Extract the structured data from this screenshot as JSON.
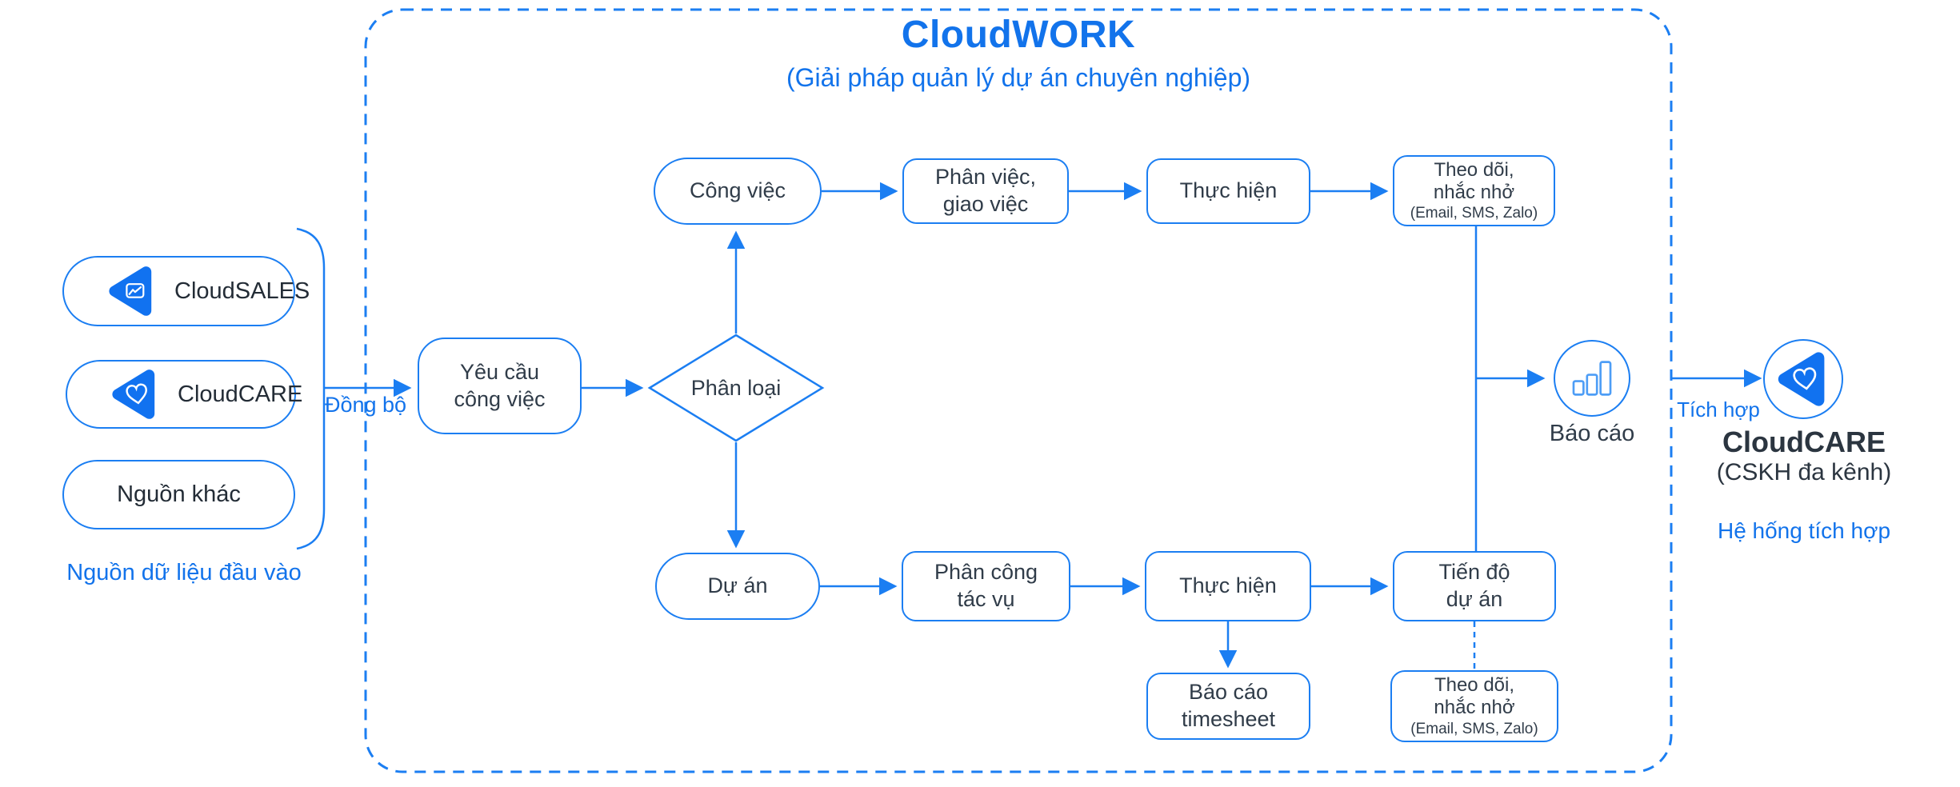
{
  "colors": {
    "accent": "#1b7ef2",
    "title_blue": "#1273eb",
    "dark_text": "#303c49",
    "logo_blue": "#1172f0"
  },
  "header": {
    "title": "CloudWORK",
    "subtitle": "(Giải pháp quản lý dự án chuyên nghiệp)"
  },
  "sources": {
    "items": [
      {
        "label": "CloudSALES",
        "icon": "cloudsales-triangle-chart-icon"
      },
      {
        "label": "CloudCARE",
        "icon": "cloudcare-triangle-heart-icon"
      },
      {
        "label": "Nguồn khác",
        "icon": ""
      }
    ],
    "caption": "Nguồn dữ liệu đầu vào"
  },
  "edge_labels": {
    "sync": "Đồng bộ",
    "integration": "Tích hợp"
  },
  "nodes": {
    "request": {
      "lines": [
        "Yêu cầu",
        "công việc"
      ]
    },
    "classify": {
      "label": "Phân loại"
    },
    "task": {
      "label": "Công việc"
    },
    "assign_work": {
      "lines": [
        "Phân việc,",
        "giao việc"
      ]
    },
    "execute_top": {
      "label": "Thực hiện"
    },
    "follow_top": {
      "lines": [
        "Theo dõi,",
        "nhắc nhở"
      ],
      "small": "(Email, SMS, Zalo)"
    },
    "project": {
      "label": "Dự án"
    },
    "assign_task": {
      "lines": [
        "Phân công",
        "tác vụ"
      ]
    },
    "execute_bottom": {
      "label": "Thực hiện"
    },
    "progress": {
      "lines": [
        "Tiến độ",
        "dự án"
      ]
    },
    "timesheet": {
      "lines": [
        "Báo cáo",
        "timesheet"
      ]
    },
    "follow_bottom": {
      "lines": [
        "Theo dõi,",
        "nhắc nhở"
      ],
      "small": "(Email, SMS, Zalo)"
    },
    "report": {
      "label": "Báo cáo",
      "icon": "bar-chart-icon"
    }
  },
  "integration_target": {
    "name": "CloudCARE",
    "subtitle": "(CSKH đa kênh)",
    "caption": "Hệ hống tích hợp",
    "icon": "cloudcare-triangle-heart-icon"
  }
}
